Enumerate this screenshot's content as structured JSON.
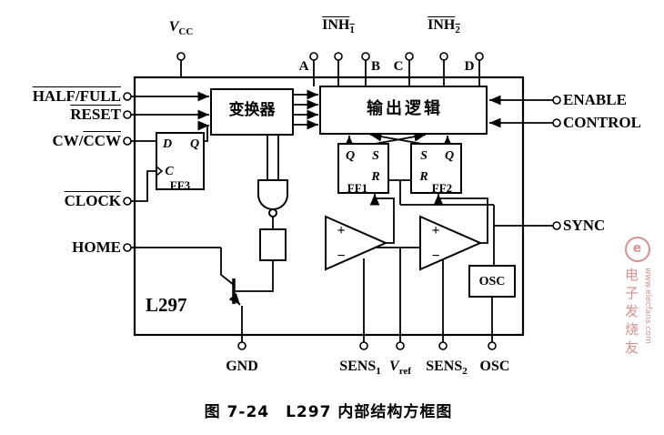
{
  "diagram": {
    "caption": "图 7-24　L297 内部结构方框图",
    "chip_label": "L297"
  },
  "blocks": {
    "translator": "变换器",
    "output_logic": "输出逻辑",
    "ff1": "FF1",
    "ff2": "FF2",
    "ff3": "FF3",
    "osc": "OSC"
  },
  "pins": {
    "vcc_base": "V",
    "vcc_sub": "CC",
    "inh1_base": "INH",
    "inh1_sub": "1",
    "inh2_base": "INH",
    "inh2_sub": "2",
    "a": "A",
    "b": "B",
    "c": "C",
    "d": "D",
    "half_full": "HALF/FULL",
    "reset": "RESET",
    "cw": "CW/",
    "ccw": "CCW",
    "clock": "CLOCK",
    "home": "HOME",
    "enable": "ENABLE",
    "control": "CONTROL",
    "sync": "SYNC",
    "gnd": "GND",
    "sens1_base": "SENS",
    "sens1_sub": "1",
    "vref_base": "V",
    "vref_sub": "ref",
    "sens2_base": "SENS",
    "sens2_sub": "2",
    "osc": "OSC"
  },
  "gates": {
    "q": "Q",
    "s": "S",
    "r": "R",
    "d": "D",
    "c": "C",
    "plus": "+",
    "minus": "−"
  },
  "watermark": {
    "zh": "电子发烧友",
    "en": "www.elecfans.com",
    "logo": "e",
    "color": "#d98f8f"
  }
}
